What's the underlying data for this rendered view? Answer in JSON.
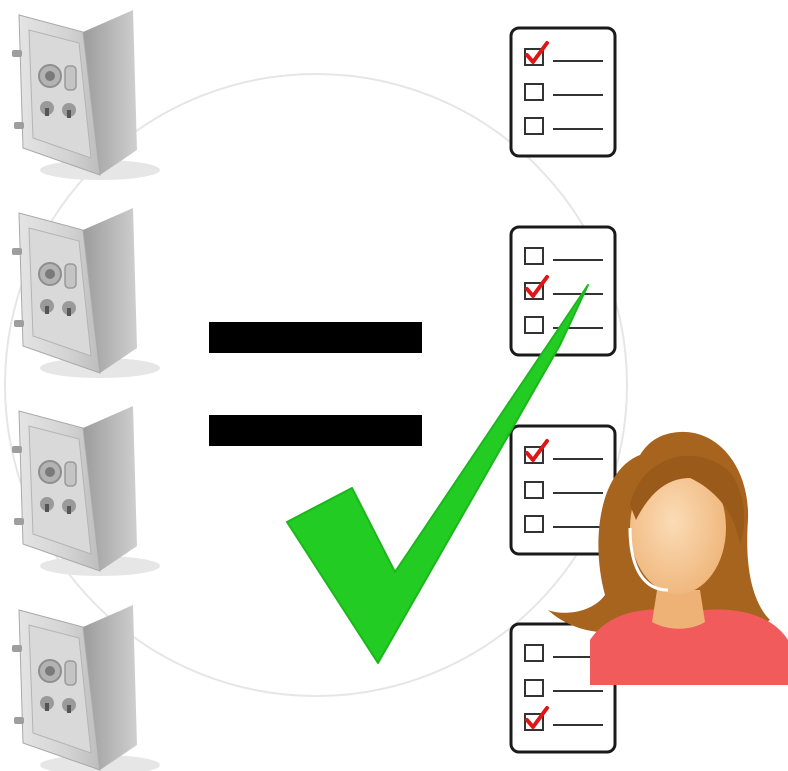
{
  "illustration": {
    "safe_count": 4,
    "checklists": [
      {
        "checked_index": 0
      },
      {
        "checked_index": 1
      },
      {
        "checked_index": 0
      },
      {
        "checked_index": 2
      }
    ],
    "icons": {
      "safe": "safe-icon",
      "checklist": "checklist-icon",
      "equals": "equals-sign-icon",
      "check": "green-checkmark-icon",
      "person": "support-agent-icon"
    },
    "colors": {
      "background": "#ffffff",
      "circle_outline": "#e6e6e6",
      "safe_body": "#c9c9c9",
      "equals": "#000000",
      "checkmark": "#22cc22",
      "check_tick": "#e01515",
      "hair": "#a6641f",
      "skin": "#f4c089",
      "shirt": "#f25b5b"
    }
  }
}
